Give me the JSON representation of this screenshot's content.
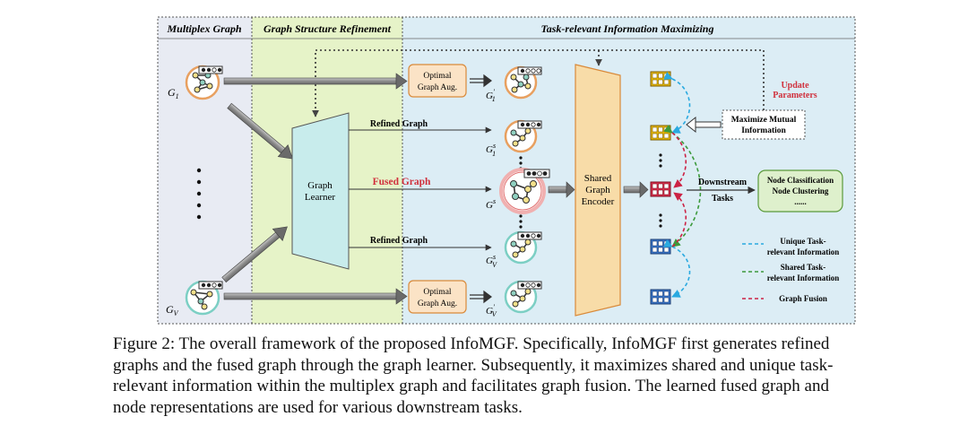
{
  "panels": {
    "multiplex": "Multiplex Graph",
    "refinement": "Graph Structure Refinement",
    "task": "Task-relevant Information Maximizing"
  },
  "graph_labels": {
    "g1": "G",
    "g1_sub": "1",
    "gv": "G",
    "gv_sub": "V",
    "g1_prime": "G",
    "g1_prime_sub": "1",
    "g1_s": "G",
    "g1_s_sup": "s",
    "g1_s_sub": "1",
    "gs": "G",
    "gs_sup": "s",
    "gv_s": "G",
    "gv_s_sup": "s",
    "gv_s_sub": "V",
    "gv_prime": "G",
    "gv_prime_sub": "V"
  },
  "boxes": {
    "optimal_aug_line1": "Optimal",
    "optimal_aug_line2": "Graph Aug.",
    "learner_line1": "Graph",
    "learner_line2": "Learner",
    "encoder_line1": "Shared",
    "encoder_line2": "Graph",
    "encoder_line3": "Encoder",
    "maximize_line1": "Maximize Mutual",
    "maximize_line2": "Information",
    "update_line1": "Update",
    "update_line2": "Parameters",
    "tasks_line1": "Node Classification",
    "tasks_line2": "Node Clustering",
    "tasks_line3": "......"
  },
  "arrow_labels": {
    "refined_top": "Refined Graph",
    "fused": "Fused Graph",
    "refined_bottom": "Refined Graph",
    "downstream_line1": "Downstream",
    "downstream_line2": "Tasks"
  },
  "legend": {
    "unique_line1": "Unique Task-",
    "unique_line2": "relevant Information",
    "shared_line1": "Shared Task-",
    "shared_line2": "relevant Information",
    "fusion": "Graph Fusion"
  },
  "colors": {
    "multiplex_bg": "#e8ebf3",
    "refinement_bg": "#e6f3c8",
    "task_bg": "#dcedf5",
    "learner_fill": "#c8ecec",
    "encoder_fill": "#f8dca8",
    "aug_fill": "#fbe3c6",
    "tasks_fill": "#def0cc",
    "fused_red": "#d0303c",
    "unique_blue": "#29a9e0",
    "shared_green": "#3c9a3c",
    "fusion_red": "#cc2244",
    "embedding_yellow": "#f0c000",
    "embedding_red": "#e23050",
    "embedding_blue": "#3a7ad0"
  },
  "caption": "Figure 2: The overall framework of the proposed InfoMGF. Specifically, InfoMGF first generates refined graphs and the fused graph through the graph learner. Subsequently, it maximizes shared and unique task-relevant information within the multiplex graph and facilitates graph fusion. The learned fused graph and node representations are used for various downstream tasks."
}
